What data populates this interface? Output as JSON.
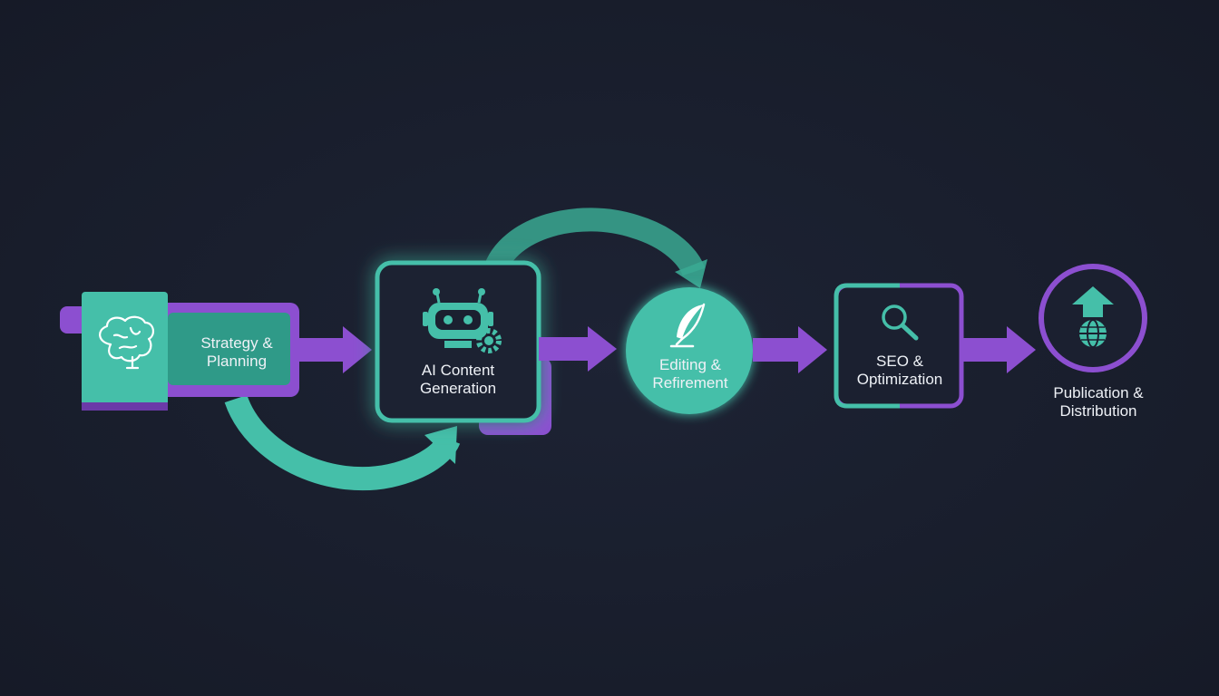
{
  "colors": {
    "background": "#1a1f2e",
    "teal": "#45bfa9",
    "teal_dark": "#2f9a88",
    "purple": "#8c4fd0",
    "purple_dark": "#6b3aa8",
    "box_fill": "#1b2030",
    "text": "#eef1f6"
  },
  "steps": [
    {
      "line1": "Strategy &",
      "line2": "Planning",
      "icon": "brain-icon"
    },
    {
      "line1": "AI Content",
      "line2": "Generation",
      "icon": "robot-gear-icon"
    },
    {
      "line1": "Editing &",
      "line2": "Refirement",
      "icon": "quill-pen-icon"
    },
    {
      "line1": "SEO &",
      "line2": "Optimization",
      "icon": "magnifier-icon"
    },
    {
      "line1": "Publication &",
      "line2": "Distribution",
      "icon": "globe-upload-icon"
    }
  ]
}
